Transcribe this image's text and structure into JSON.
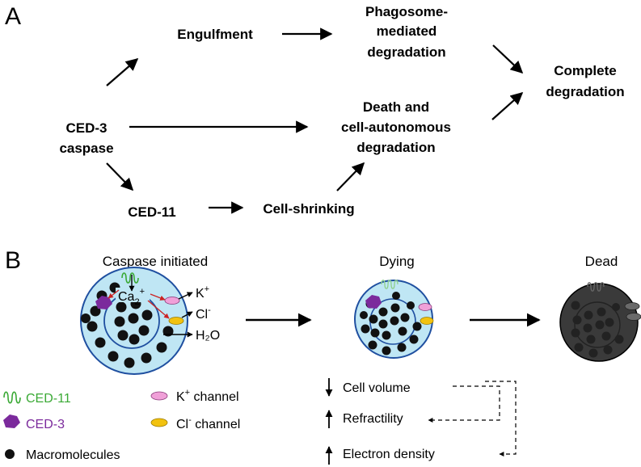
{
  "panel_a": {
    "letter": "A",
    "nodes": {
      "engulfment": [
        "Engulfment"
      ],
      "phagosome": [
        "Phagosome-",
        "mediated",
        "degradation"
      ],
      "complete": [
        "Complete",
        "degradation"
      ],
      "ced3_caspase": [
        "CED-3",
        "caspase"
      ],
      "death": [
        "Death and",
        "cell-autonomous",
        "degradation"
      ],
      "ced11": [
        "CED-11"
      ],
      "shrinking": [
        "Cell-shrinking"
      ]
    }
  },
  "panel_b": {
    "letter": "B",
    "stages": {
      "initiated": "Caspase initiated",
      "dying": "Dying",
      "dead": "Dead"
    },
    "ions": {
      "ca_main": "Ca",
      "ca_sub": "2",
      "ca_sup": "+",
      "k_main": "K",
      "k_sup": "+",
      "cl_main": "Cl",
      "cl_sup": "-",
      "water": "H₂O"
    },
    "legend": {
      "ced11": "CED-11",
      "ced3": "CED-3",
      "macro": "Macromolecules",
      "k_channel_pre": "K",
      "k_channel_sup": "+",
      "k_channel_post": " channel",
      "cl_channel_pre": "Cl",
      "cl_channel_sup": "-",
      "cl_channel_post": " channel"
    },
    "changes": {
      "volume": "Cell volume",
      "refractility": "Refractility",
      "density": "Electron density"
    }
  },
  "colors": {
    "cell_fill": "#bfe6f4",
    "cell_stroke": "#1f4fa0",
    "dead_fill": "#3a3a3a",
    "ced11": "#3aa935",
    "ced3": "#7b2a9c",
    "k_channel": "#f0a0d8",
    "cl_channel": "#f2c20f",
    "red_arrow": "#cc2222"
  }
}
